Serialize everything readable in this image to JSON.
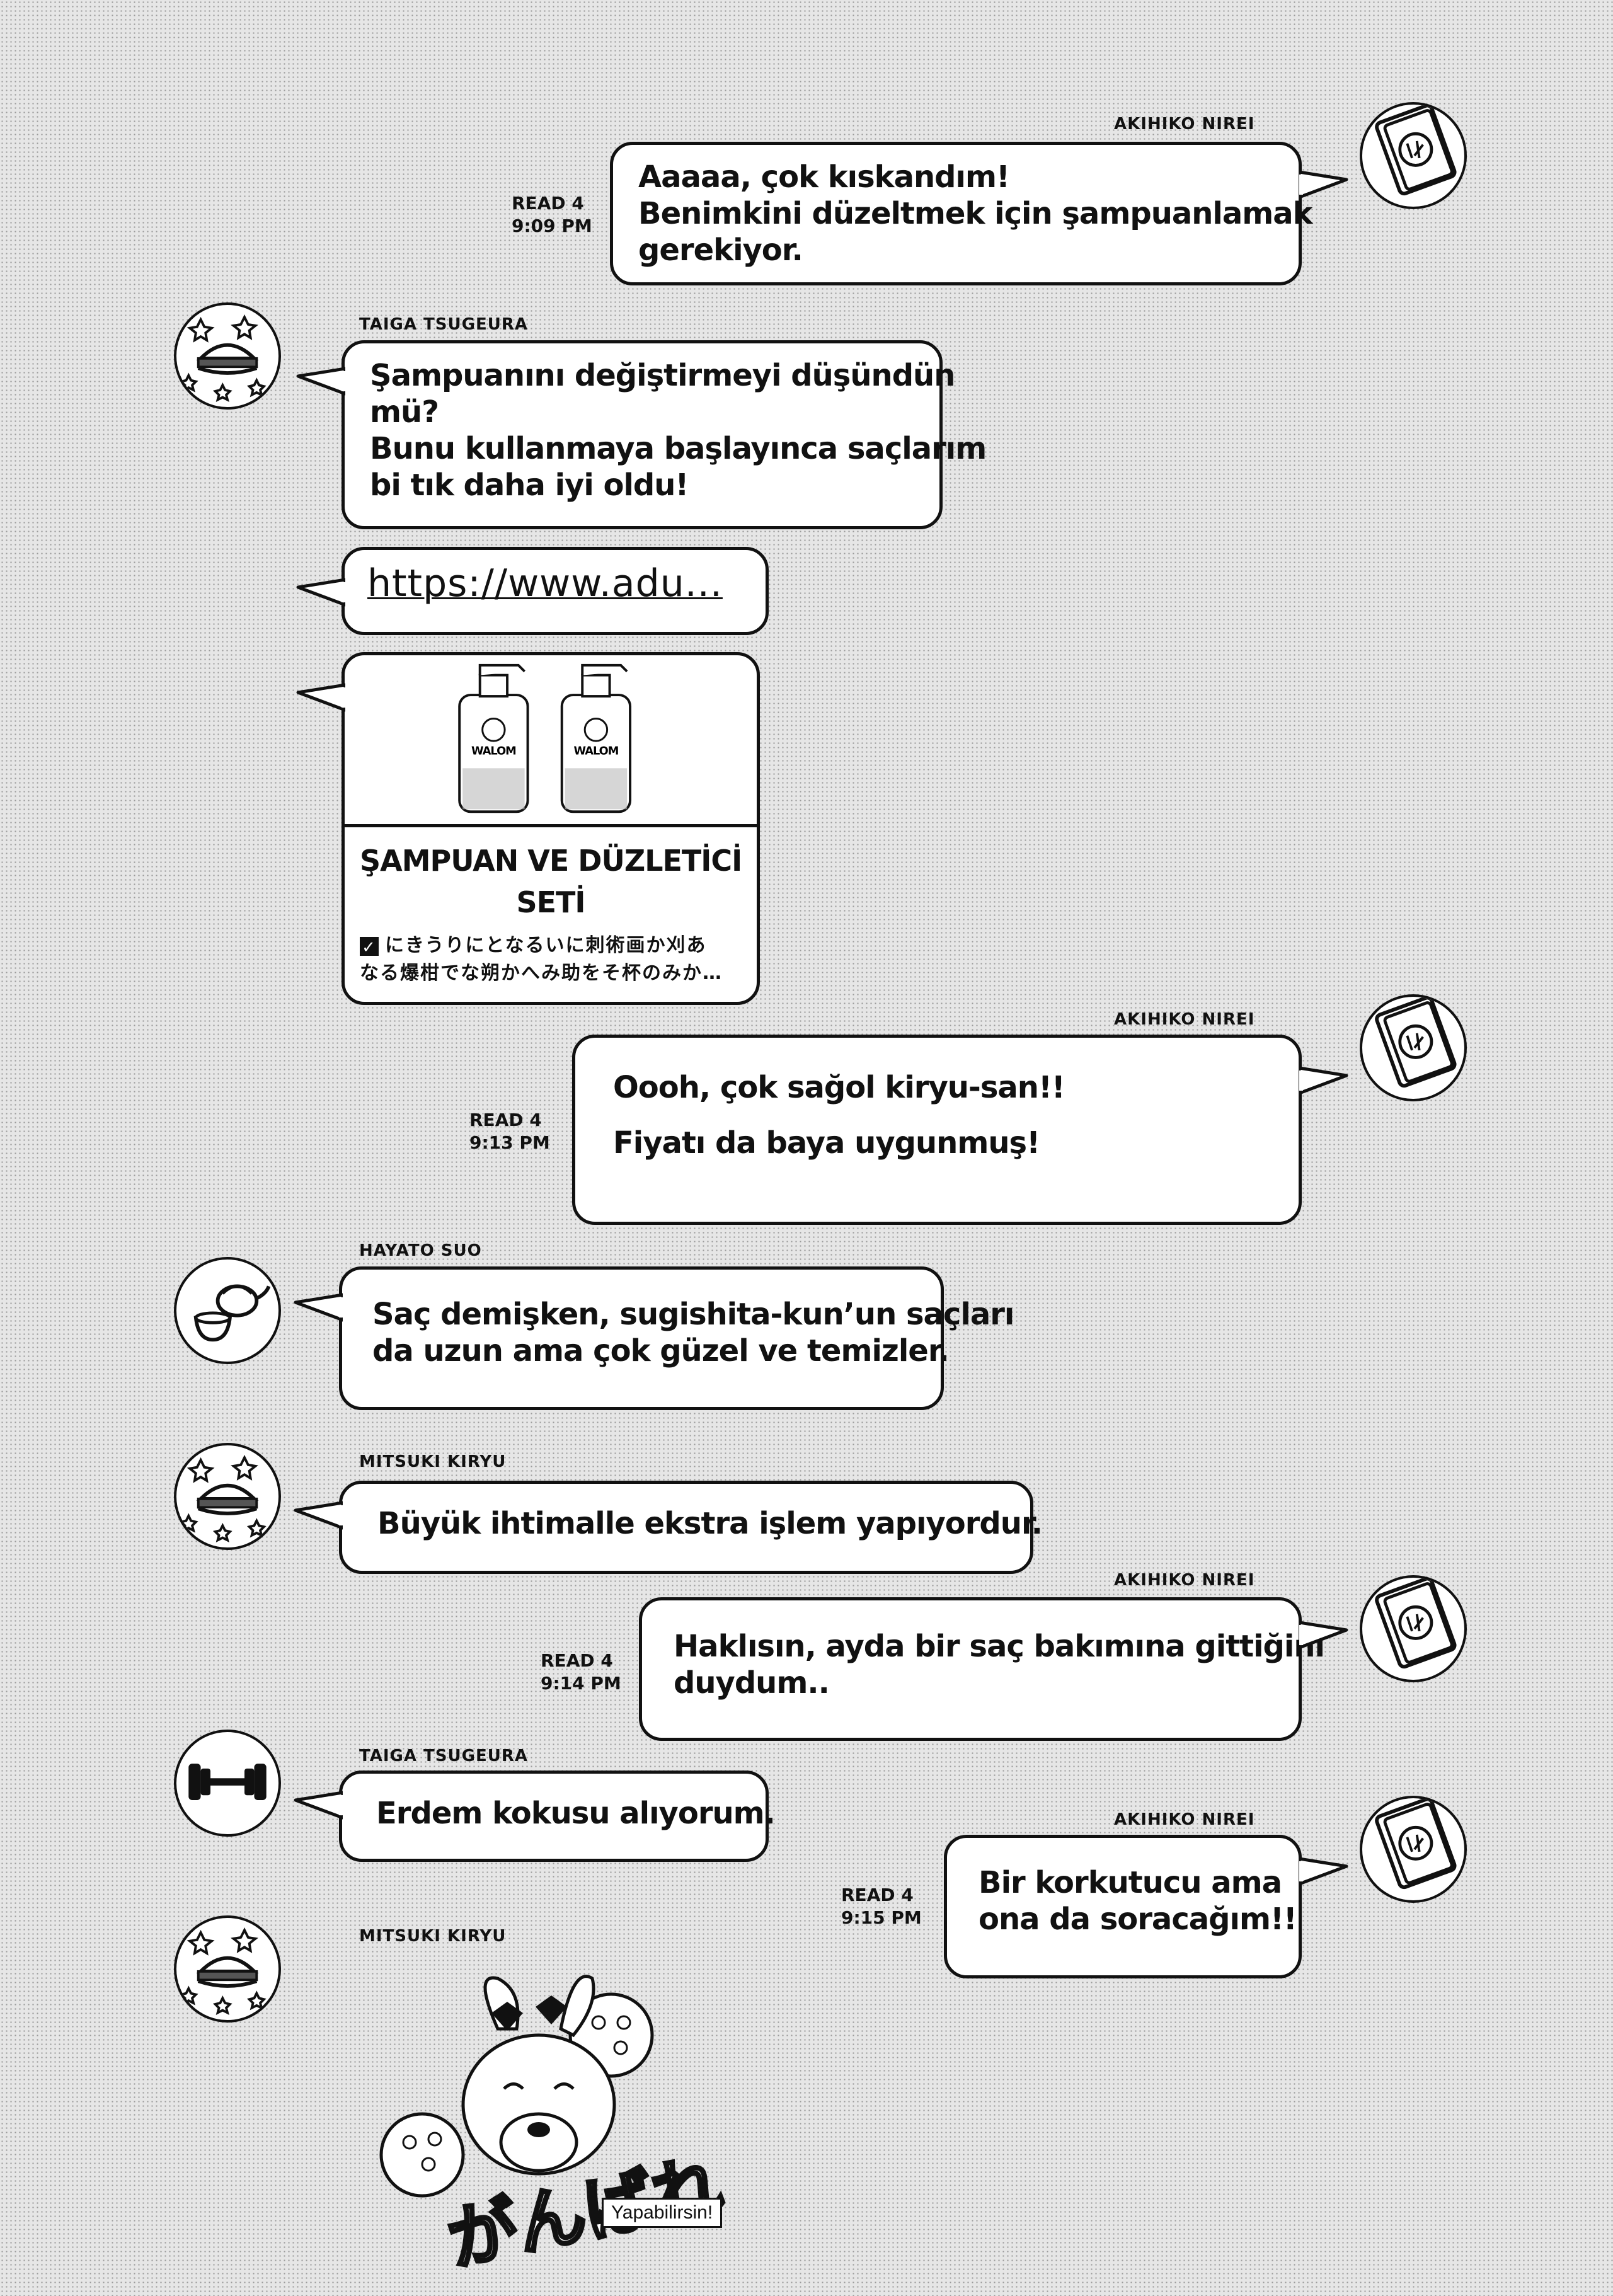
{
  "chat": {
    "messages": [
      {
        "sender": "AKIHIKO NIREI",
        "read": "READ 4",
        "time": "9:09 PM",
        "lines": [
          "Aaaaa, çok kıskandım!",
          "Benimkini düzeltmek için şampuanlamak",
          "gerekiyor."
        ]
      },
      {
        "sender": "TAIGA TSUGEURA",
        "lines": [
          "Şampuanını değiştirmeyi düşündün",
          "mü?",
          "Bunu kullanmaya başlayınca saçlarım",
          "bi tık daha iyi oldu!"
        ]
      },
      {
        "link": "https://www.adu..."
      },
      {
        "product": {
          "title_line1": "ŞAMPUAN VE DÜZLETİCİ",
          "title_line2": "SETİ",
          "desc_line1": "にきうりにとなるいに刺術画か刈あ",
          "desc_line2": "なる爆柑でな朔かへみ助をそ杯のみか…",
          "bottle_brand": "WALOM"
        }
      },
      {
        "sender": "AKIHIKO NIREI",
        "read": "READ 4",
        "time": "9:13 PM",
        "lines": [
          "Oooh, çok sağol kiryu-san!!",
          "Fiyatı da baya uygunmuş!"
        ]
      },
      {
        "sender": "HAYATO SUO",
        "lines": [
          "Saç demişken, sugishita-kun’un saçları",
          "da uzun ama çok güzel ve temizler."
        ]
      },
      {
        "sender": "MITSUKI KIRYU",
        "lines": [
          "Büyük ihtimalle ekstra işlem yapıyordur."
        ]
      },
      {
        "sender": "AKIHIKO NIREI",
        "read": "READ 4",
        "time": "9:14 PM",
        "lines": [
          "Haklısın, ayda bir saç bakımına gittiğini",
          "duydum.."
        ]
      },
      {
        "sender": "TAIGA TSUGEURA",
        "lines": [
          "Erdem kokusu alıyorum."
        ]
      },
      {
        "sender": "AKIHIKO NIREI",
        "read": "READ 4",
        "time": "9:15 PM",
        "lines": [
          "Bir korkutucu ama",
          "ona da soracağım!!"
        ]
      },
      {
        "sender": "MITSUKI KIRYU",
        "sticker_text": "がんばれ",
        "sticker_caption": "Yapabilirsin!"
      }
    ]
  },
  "icons": {
    "akihiko_avatar": "notebook-icon",
    "taiga_avatar_1": "burger-stars-icon",
    "hayato_avatar": "teapot-icon",
    "mitsuki_avatar": "burger-stars-icon",
    "taiga_avatar_2": "dumbbell-icon"
  }
}
